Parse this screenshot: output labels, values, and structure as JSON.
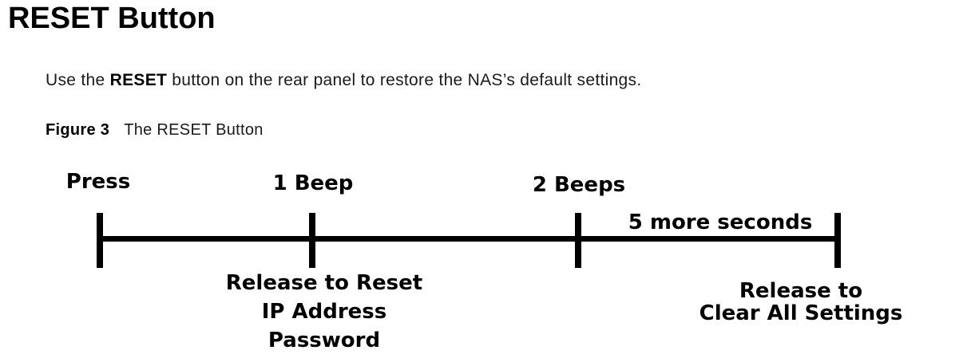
{
  "page": {
    "title": "RESET Button",
    "intro": {
      "pre": "Use the ",
      "bold": "RESET",
      "post": " button on the rear panel to restore the NAS’s default settings."
    },
    "figure": {
      "label": "Figure 3",
      "caption": "The RESET Button"
    },
    "diagram": {
      "top_labels": [
        {
          "text": "Press"
        },
        {
          "text": "1 Beep"
        },
        {
          "text": "2 Beeps"
        }
      ],
      "duration_label": "5 more seconds",
      "bottom_left_lines": [
        "Release to Reset",
        "IP Address",
        "Password"
      ],
      "bottom_right_lines": [
        "Release to",
        "Clear All Settings"
      ],
      "colors": {
        "line": "#000000",
        "text": "#000000",
        "background": "#ffffff"
      }
    }
  }
}
